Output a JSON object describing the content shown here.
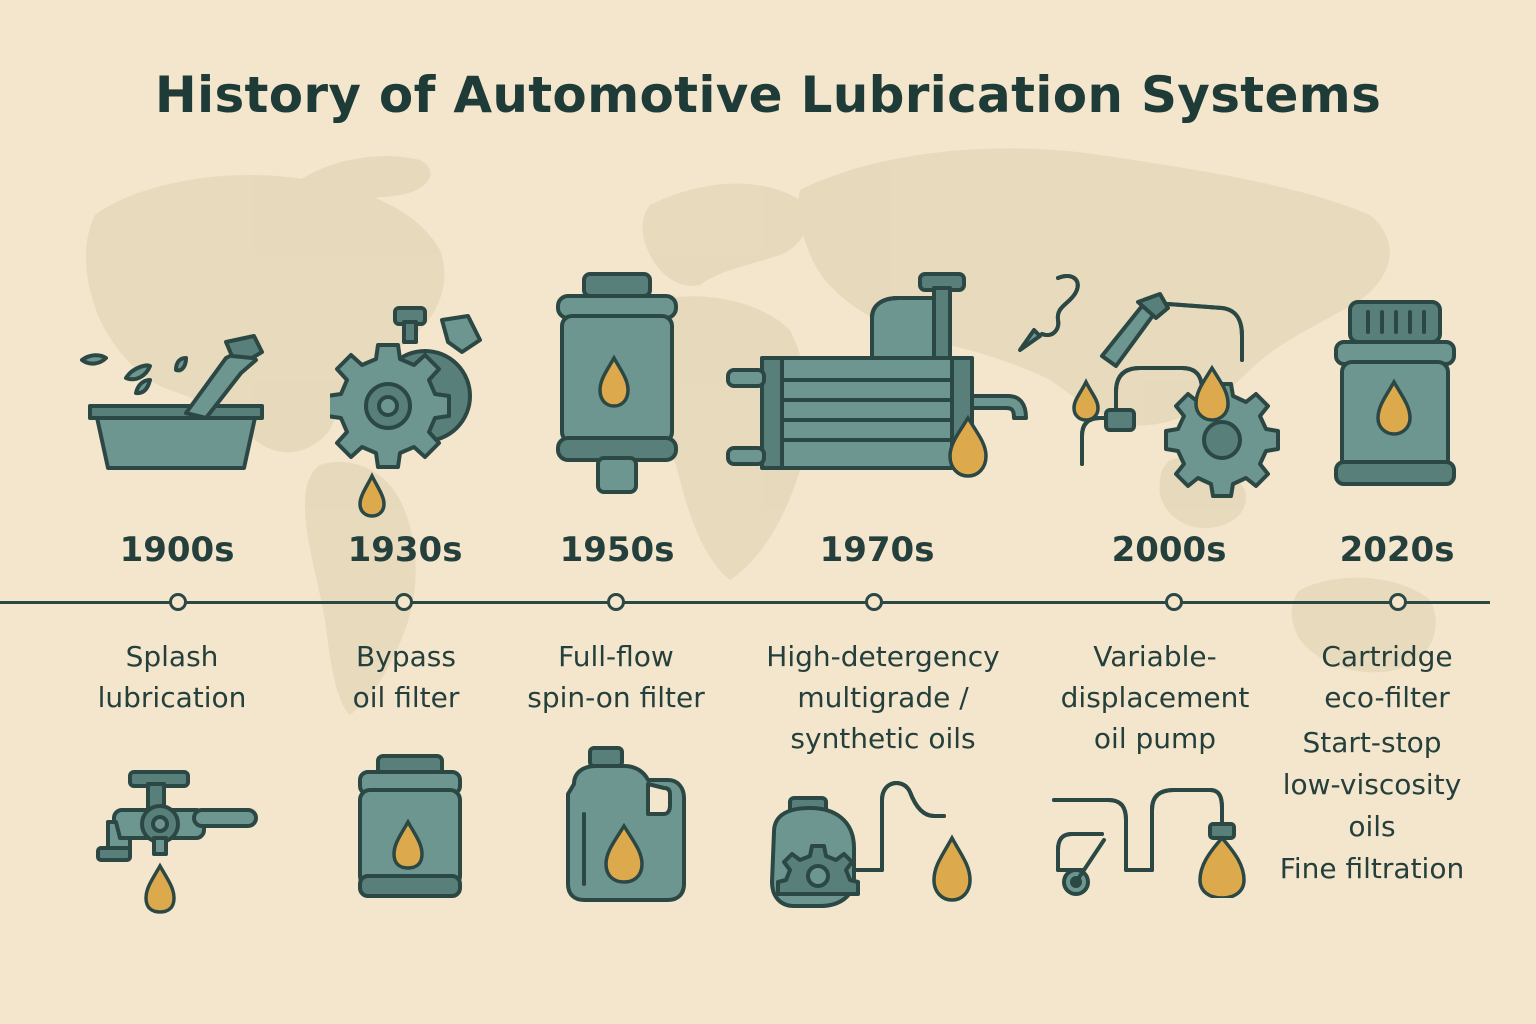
{
  "title": "History of Automotive Lubrication Systems",
  "colors": {
    "background": "#f3e6cc",
    "text": "#25403c",
    "icon_fill": "#6e9690",
    "oil_drop": "#dcaa4c",
    "map": "#e4d6ba"
  },
  "milestones": [
    {
      "year": "1900s",
      "caption": [
        "Splash",
        "lubrication"
      ],
      "icons": [
        "splash-basin-icon",
        "oil-tap-icon"
      ]
    },
    {
      "year": "1930s",
      "caption": [
        "Bypass",
        "oil filter"
      ],
      "icons": [
        "gear-pump-icon",
        "oil-filter-canister-icon"
      ]
    },
    {
      "year": "1950s",
      "caption": [
        "Full-flow",
        "spin-on filter"
      ],
      "icons": [
        "spin-on-filter-icon",
        "oil-jug-icon"
      ]
    },
    {
      "year": "1970s",
      "caption": [
        "High-detergency",
        "multigrade /",
        "synthetic oils"
      ],
      "icons": [
        "oil-cooler-radiator-icon",
        "oil-pump-pipe-icon"
      ]
    },
    {
      "year": "2000s",
      "caption": [
        "Variable-",
        "displacement",
        "oil pump"
      ],
      "icons": [
        "variable-pump-gear-icon",
        "pipe-network-icon"
      ]
    },
    {
      "year": "2020s",
      "caption": [
        "Cartridge",
        "eco-filter"
      ],
      "extra": [
        "Start-stop",
        "low-viscosity",
        "oils",
        "Fine filtration"
      ],
      "icons": [
        "cartridge-filter-icon"
      ]
    }
  ]
}
